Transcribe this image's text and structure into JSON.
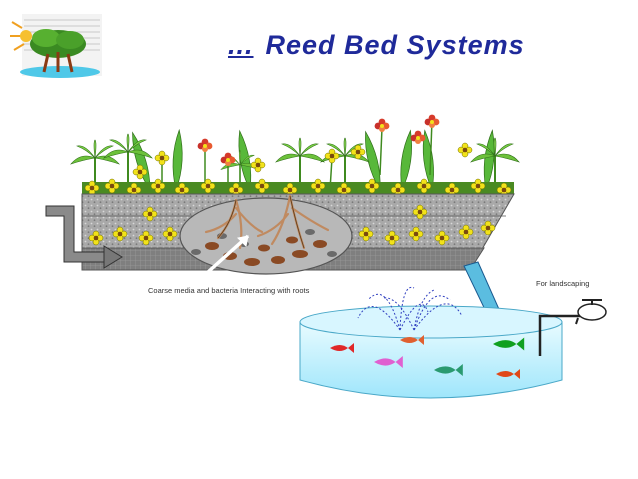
{
  "header": {
    "ellipsis": "...",
    "title": "Reed Bed Systems"
  },
  "labels": {
    "coarse_media": "Coarse media and bacteria Interacting with roots",
    "landscaping": "For landscaping"
  },
  "icons": {
    "corner_logo": "reed-tree-island-icon",
    "inlet": "inlet-pipe-icon",
    "outlet": "outlet-pipe-icon",
    "faucet": "faucet-icon",
    "fish": "fish-icon"
  },
  "colors": {
    "title": "#1f2a9a",
    "bed": "#8c8c8c",
    "pond_water": "#bff0ff",
    "plant_green": "#57b030",
    "flower_yellow": "#f2e21a",
    "fountain": "#3040c0"
  }
}
